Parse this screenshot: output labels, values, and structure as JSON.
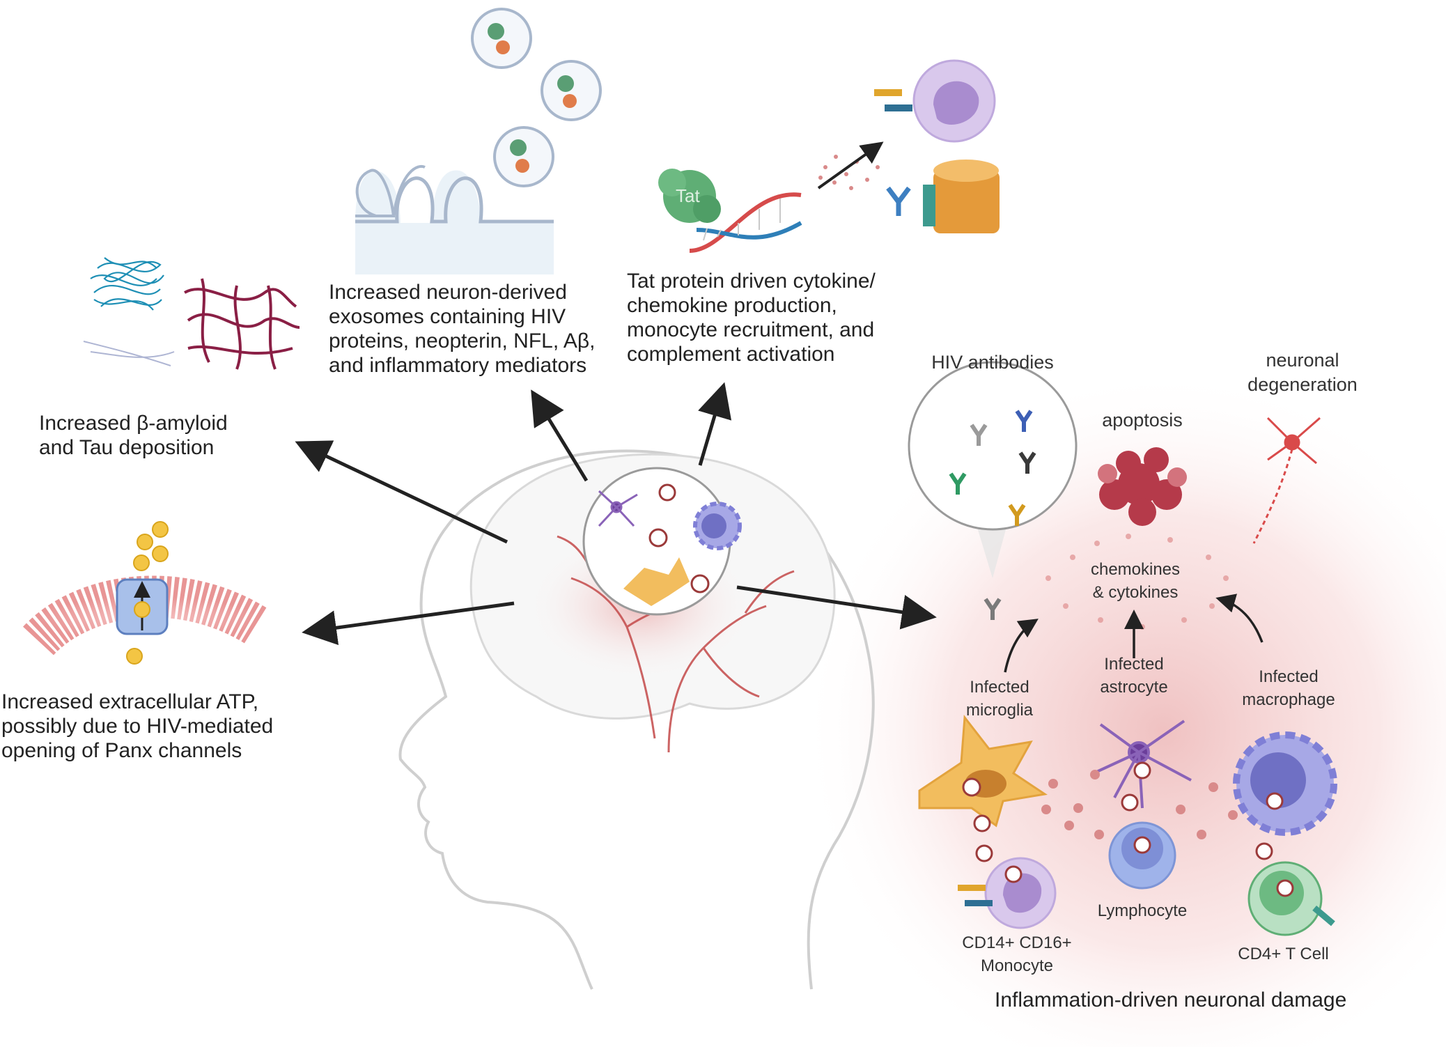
{
  "captions": {
    "amyloid": [
      "Increased β-amyloid",
      "and Tau deposition"
    ],
    "exosomes": [
      "Increased neuron-derived",
      "exosomes containing HIV",
      "proteins, neopterin, NFL, Aβ,",
      "and inflammatory mediators"
    ],
    "tat": [
      "Tat protein driven cytokine/",
      "chemokine production,",
      "monocyte recruitment, and",
      "complement activation"
    ],
    "atp": [
      "Increased extracellular ATP,",
      "possibly due to HIV-mediated",
      "opening of Panx channels"
    ],
    "damage": "Inflammation-driven neuronal damage"
  },
  "labels": {
    "tat_protein": "Tat",
    "hiv_antibodies": "HIV antibodies",
    "apoptosis": "apoptosis",
    "neuronal_degeneration": [
      "neuronal",
      "degeneration"
    ],
    "chemokines": [
      "chemokines",
      "& cytokines"
    ],
    "infected_microglia": [
      "Infected",
      "microglia"
    ],
    "infected_astrocyte": [
      "Infected",
      "astrocyte"
    ],
    "infected_macrophage": [
      "Infected",
      "macrophage"
    ],
    "monocyte": [
      "CD14+ CD16+",
      "Monocyte"
    ],
    "lymphocyte": "Lymphocyte",
    "t_cell": "CD4+ T Cell"
  },
  "colors": {
    "arrow": "#222222",
    "microglia": "#f2bd5e",
    "astrocyte": "#8a63b8",
    "macrophage": "#7f7fd6",
    "virus": "#9b3a3a",
    "glow": "#e9a3a3",
    "amyloid_fibril": "#1e8fb5",
    "tau_tangle": "#8a1f45"
  }
}
